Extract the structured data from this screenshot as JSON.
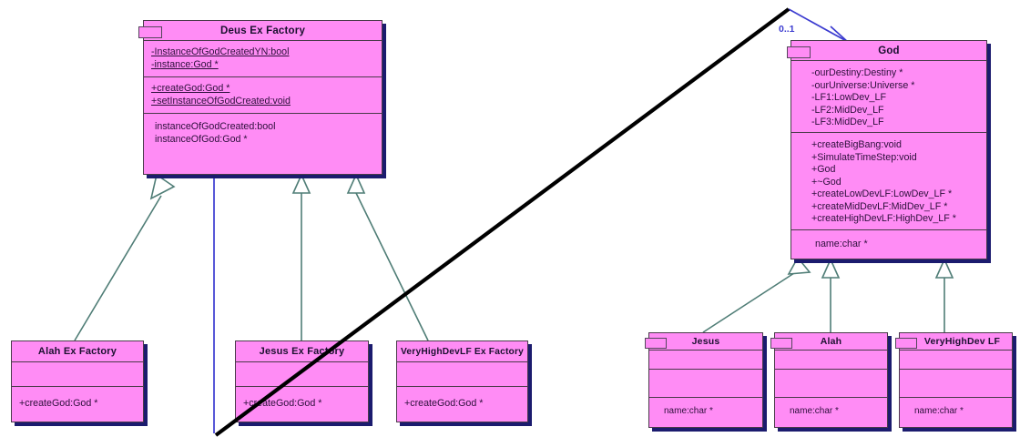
{
  "diagram": {
    "title": "Deus Ex Factory UML Class Diagram",
    "colors": {
      "class_fill": "#ff8cf5",
      "class_border": "#4a3a4a",
      "class_shadow": "#1b1b6e",
      "generalization_line": "#4f7d76",
      "association_line": "#3b3bd0",
      "annotation_line": "#000000",
      "multiplicity_text": "#3b3bd0"
    }
  },
  "classes": {
    "deus_ex_factory": {
      "name": "Deus Ex Factory",
      "attributes": [
        "-InstanceOfGodCreatedYN:bool",
        "-instance:God *"
      ],
      "operations": [
        "+createGod:God *",
        "+setInstanceOfGodCreated:void"
      ],
      "responsibilities": [
        "instanceOfGodCreated:bool",
        "instanceOfGod:God *"
      ]
    },
    "god": {
      "name": "God",
      "attributes": [
        "-ourDestiny:Destiny *",
        "-ourUniverse:Universe *",
        "-LF1:LowDev_LF",
        "-LF2:MidDev_LF",
        "-LF3:MidDev_LF"
      ],
      "operations": [
        "+createBigBang:void",
        "+SimulateTimeStep:void",
        "+God",
        "+~God",
        "+createLowDevLF:LowDev_LF *",
        "+createMidDevLF:MidDev_LF *",
        "+createHighDevLF:HighDev_LF *"
      ],
      "responsibilities": [
        "name:char *"
      ]
    },
    "alah_ex_factory": {
      "name": "Alah Ex Factory",
      "attributes": [],
      "operations": [
        "+createGod:God *"
      ]
    },
    "jesus_ex_factory": {
      "name": "Jesus Ex Factory",
      "attributes": [],
      "operations": [
        "+createGod:God *"
      ]
    },
    "veryhighdevlf_ex_factory": {
      "name": "VeryHighDevLF Ex Factory",
      "attributes": [],
      "operations": [
        "+createGod:God *"
      ]
    },
    "jesus": {
      "name": "Jesus",
      "attributes": [],
      "operations": [],
      "responsibilities": [
        "name:char *"
      ]
    },
    "alah": {
      "name": "Alah",
      "attributes": [],
      "operations": [],
      "responsibilities": [
        "name:char *"
      ]
    },
    "veryhighdev_lf": {
      "name": "VeryHighDev LF",
      "attributes": [],
      "operations": [],
      "responsibilities": [
        "name:char *"
      ]
    }
  },
  "relationships": {
    "association": {
      "from": "Deus Ex Factory",
      "to": "God",
      "multiplicity": "0..1",
      "kind": "directed-association"
    },
    "generalizations": [
      {
        "from": "Alah Ex Factory",
        "to": "Deus Ex Factory"
      },
      {
        "from": "Jesus Ex Factory",
        "to": "Deus Ex Factory"
      },
      {
        "from": "VeryHighDevLF Ex Factory",
        "to": "Deus Ex Factory"
      },
      {
        "from": "Jesus",
        "to": "God"
      },
      {
        "from": "Alah",
        "to": "God"
      },
      {
        "from": "VeryHighDev LF",
        "to": "God"
      }
    ]
  }
}
